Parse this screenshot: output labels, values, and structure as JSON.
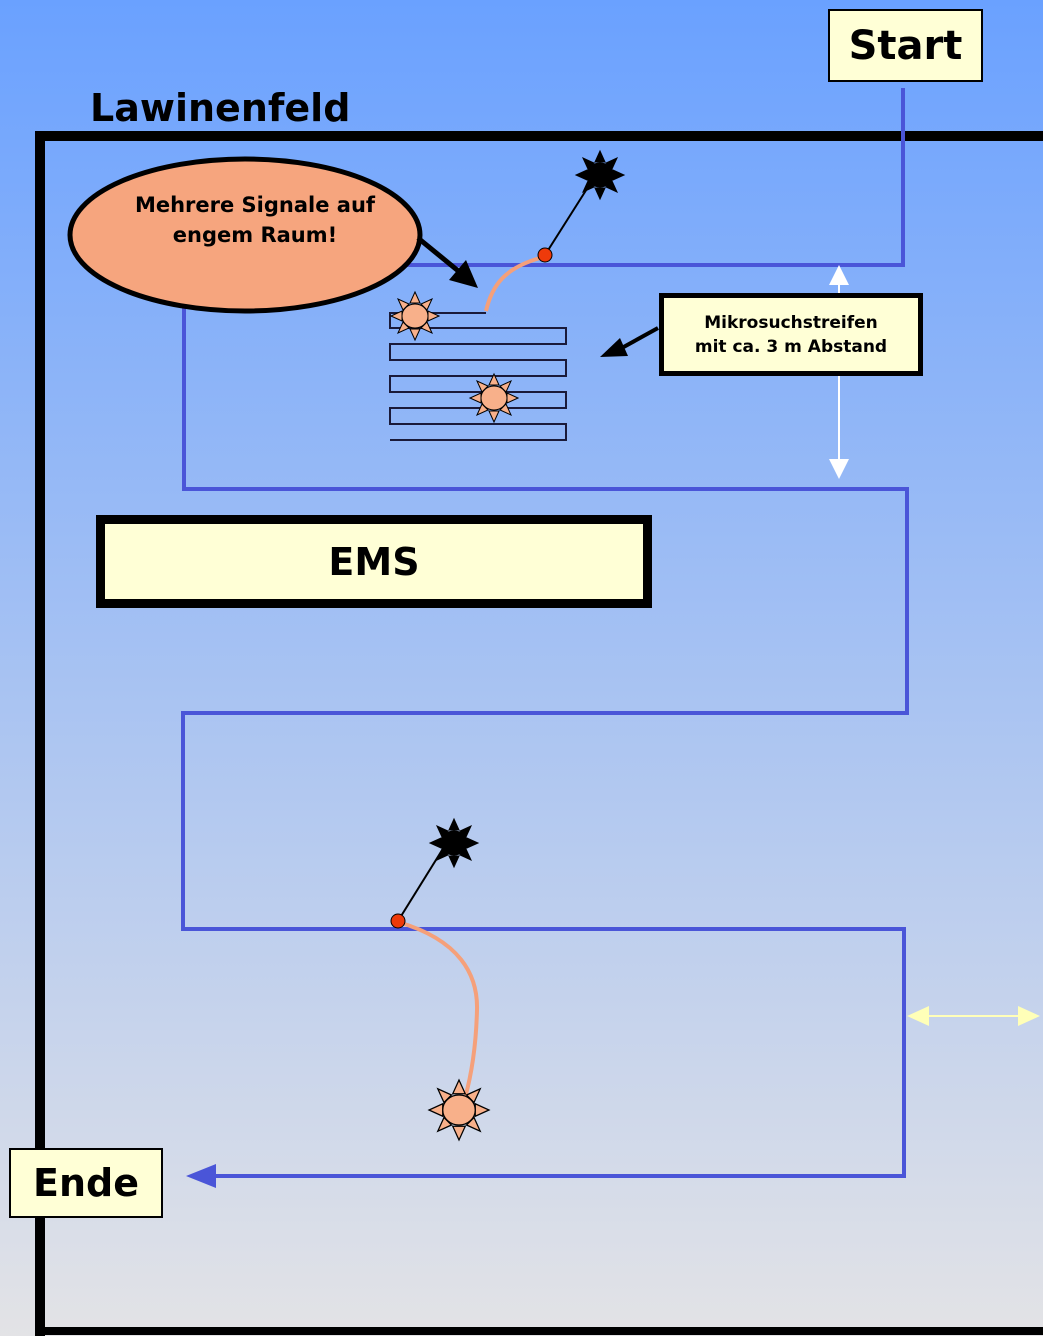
{
  "start_label": "Start",
  "end_label": "Ende",
  "field_label": "Lawinenfeld",
  "callout_text_line1": "Mehrere Signale auf",
  "callout_text_line2": "engem Raum!",
  "micro_text_line1": "Mikrosuchstreifen",
  "micro_text_line2": "mit ca. 3 m Abstand",
  "ems_label": "EMS",
  "colors": {
    "background_top": "#6aa1ff",
    "background_bottom": "#e3e3e6",
    "path": "#4a55d8",
    "signal_line": "#f5a07a",
    "buried_orange": "#f8b08a",
    "marker": "#ee3a0a",
    "label_fill": "#ffffd6",
    "callout_fill": "#f6a57e",
    "spacing_arrow_vertical": "#ffffff",
    "spacing_arrow_horizontal": "#ffffb8"
  },
  "icons": [
    "buried-victim-black-icon",
    "buried-victim-orange-icon",
    "signal-marker-icon"
  ]
}
